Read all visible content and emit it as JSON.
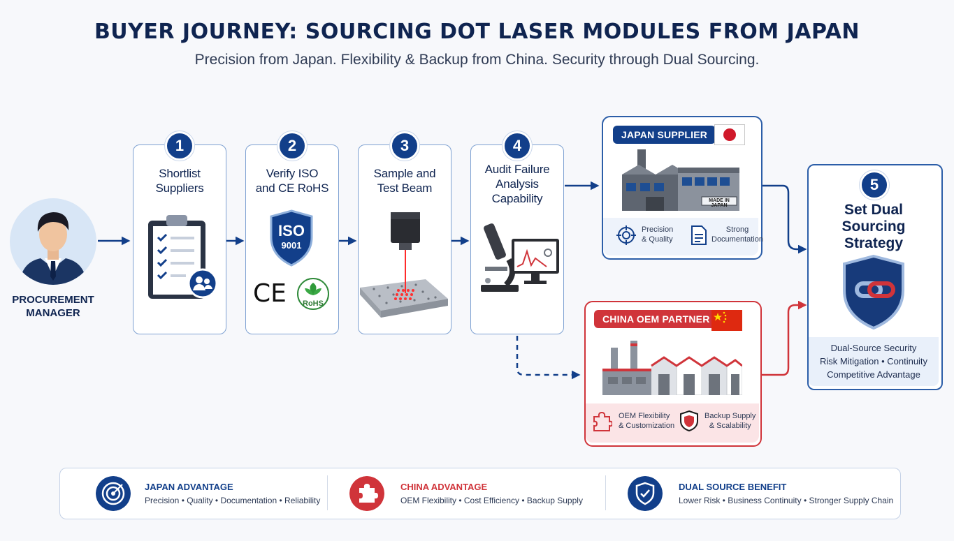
{
  "header": {
    "title": "BUYER JOURNEY: SOURCING DOT LASER MODULES FROM JAPAN",
    "subtitle": "Precision from Japan.  Flexibility & Backup from China.  Security through Dual Sourcing."
  },
  "manager": {
    "label": "PROCUREMENT\nMANAGER"
  },
  "steps": [
    {
      "number": "1",
      "title": "Shortlist\nSuppliers",
      "icon": "clipboard-checklist-icon"
    },
    {
      "number": "2",
      "title": "Verify ISO\nand CE RoHS",
      "icon": "iso-shield-icon",
      "iso": "ISO",
      "iso_num": "9001",
      "ce": "CE",
      "rohs": "RoHS"
    },
    {
      "number": "3",
      "title": "Sample and\nTest Beam",
      "icon": "laser-module-icon"
    },
    {
      "number": "4",
      "title": "Audit Failure\nAnalysis\nCapability",
      "icon": "microscope-icon"
    }
  ],
  "japan": {
    "tag": "JAPAN SUPPLIER",
    "factory_sign": "MADE IN JAPAN",
    "feature1": "Precision\n& Quality",
    "feature2": "Strong\nDocumentation",
    "tag_color": "#123f8a"
  },
  "china": {
    "tag": "CHINA OEM PARTNER",
    "feature1": "OEM Flexibility\n& Customization",
    "feature2": "Backup Supply\n& Scalability",
    "tag_color": "#d0343a"
  },
  "strategy": {
    "number": "5",
    "title": "Set Dual\nSourcing\nStrategy",
    "benefits": [
      "Dual-Source Security",
      "Risk Mitigation • Continuity",
      "Competitive Advantage"
    ]
  },
  "bottom": [
    {
      "title": "JAPAN ADVANTAGE",
      "text": "Precision • Quality • Documentation • Reliability",
      "color": "#123f8a",
      "icon": "target-icon"
    },
    {
      "title": "CHINA ADVANTAGE",
      "text": "OEM Flexibility  •  Cost Efficiency  •  Backup Supply",
      "color": "#d0343a",
      "icon": "puzzle-icon"
    },
    {
      "title": "DUAL SOURCE BENEFIT",
      "text": "Lower Risk • Business Continuity • Stronger Supply Chain",
      "color": "#123f8a",
      "icon": "shield-check-icon"
    }
  ],
  "colors": {
    "navy": "#123f8a",
    "red": "#d0343a",
    "border_blue": "#7ea1d2"
  }
}
